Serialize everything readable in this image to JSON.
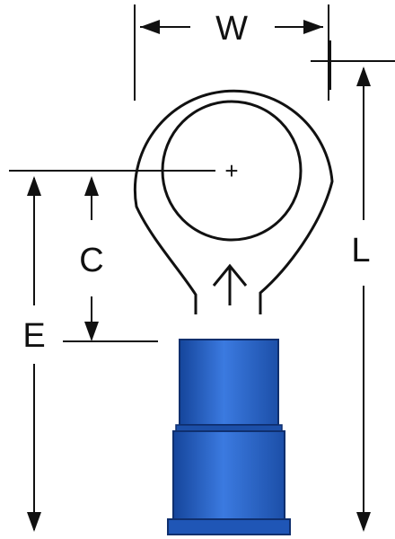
{
  "diagram": {
    "labels": {
      "width": "W",
      "length": "L",
      "center": "C",
      "extent": "E"
    },
    "center_mark": "+",
    "colors": {
      "line": "#111111",
      "insulation": "#2f6fd0",
      "insulation_dark": "#15459b",
      "insulation_light": "#5c92e6",
      "background": "#ffffff"
    },
    "icons": [
      "arrow-up-icon"
    ]
  }
}
